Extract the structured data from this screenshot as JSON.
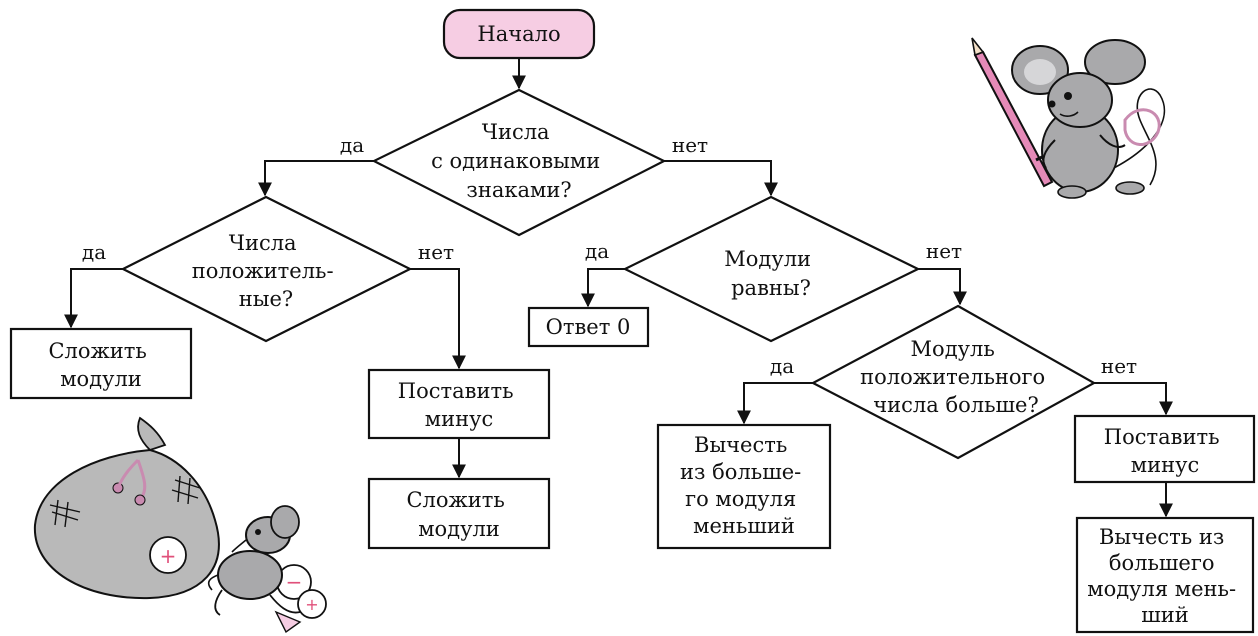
{
  "start": {
    "label": "Начало"
  },
  "decisions": {
    "same_signs": [
      "Числа",
      "с одинаковыми",
      "знаками?"
    ],
    "positive": [
      "Числа",
      "положитель-",
      "ные?"
    ],
    "moduli_equal": [
      "Модули",
      "равны?"
    ],
    "positive_modulus_greater": [
      "Модуль",
      "положительного",
      "числа больше?"
    ]
  },
  "processes": {
    "add_moduli_left": [
      "Сложить",
      "модули"
    ],
    "put_minus_middle": [
      "Поставить",
      "минус"
    ],
    "add_moduli_middle": [
      "Сложить",
      "модули"
    ],
    "answer_zero": [
      "Ответ 0"
    ],
    "subtract_smaller_left": [
      "Вычесть",
      "из больше-",
      "го модуля",
      "меньший"
    ],
    "put_minus_right": [
      "Поставить",
      "минус"
    ],
    "subtract_smaller_right": [
      "Вычесть из",
      "большего",
      "модуля мень-",
      "ший"
    ]
  },
  "edge_labels": {
    "same_signs_yes": "да",
    "same_signs_no": "нет",
    "positive_yes": "да",
    "positive_no": "нет",
    "moduli_equal_yes": "да",
    "moduli_equal_no": "нет",
    "positive_modulus_yes": "да",
    "positive_modulus_no": "нет"
  },
  "illustrations": {
    "mouse_with_pencil": "mouse-with-pencil",
    "mouse_with_sack": "mouse-dragging-sack"
  },
  "colors": {
    "start_fill": "#f6cde3",
    "stroke": "#111111",
    "mouse_grey": "#a9a9ab",
    "sack_grey": "#b9b9b9",
    "pencil_pink": "#e58ab8"
  }
}
